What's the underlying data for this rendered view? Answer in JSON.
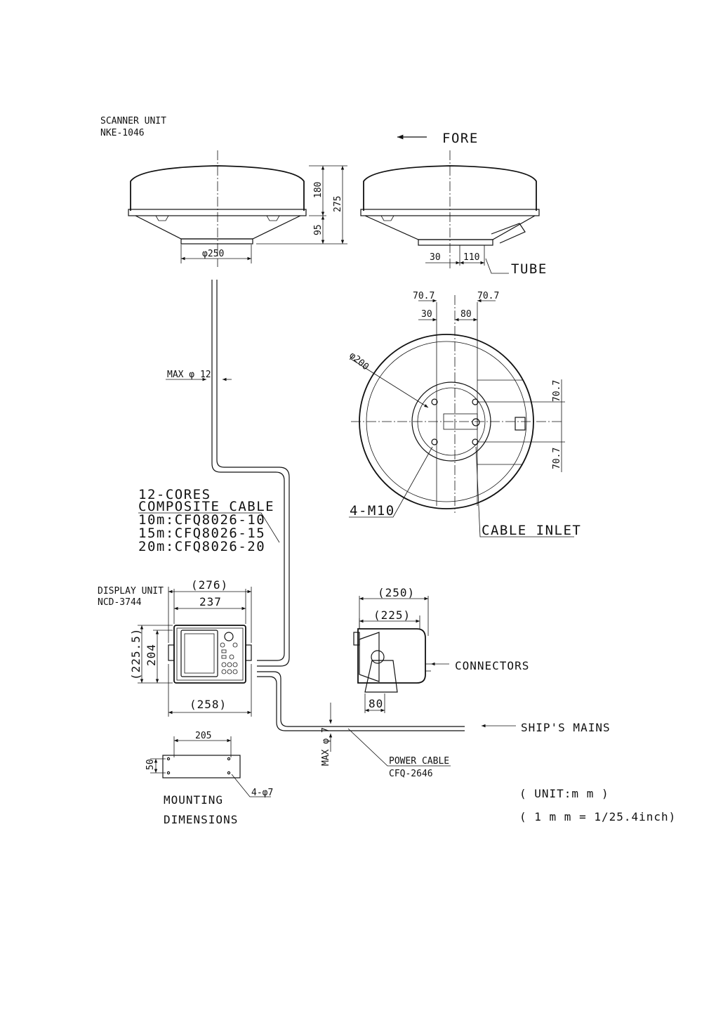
{
  "scanner": {
    "title": "SCANNER UNIT",
    "model": "NKE-1046",
    "fore": "FORE",
    "tube": "TUBE",
    "dim_180": "180",
    "dim_275": "275",
    "dim_95": "95",
    "dim_250": "φ250",
    "dim_30": "30",
    "dim_110": "110"
  },
  "bottom_view": {
    "dim_70_7_left": "70.7",
    "dim_70_7_right": "70.7",
    "dim_30": "30",
    "dim_80": "80",
    "dim_200": "φ200",
    "dim_70_7_upper": "70.7",
    "dim_70_7_lower": "70.7",
    "bolts": "4-M10",
    "cable_inlet": "CABLE INLET"
  },
  "cable": {
    "max_dia": "MAX φ 12",
    "line1": "12-CORES",
    "line2": "COMPOSITE CABLE",
    "line3": "10m:CFQ8026-10",
    "line4": "15m:CFQ8026-15",
    "line5": "20m:CFQ8026-20"
  },
  "display": {
    "title": "DISPLAY UNIT",
    "model": "NCD-3744",
    "dim_276": "(276)",
    "dim_237": "237",
    "dim_225_5": "(225.5)",
    "dim_204": "204",
    "dim_258": "(258)",
    "side_250": "(250)",
    "side_225": "(225)",
    "side_80": "80",
    "connectors": "CONNECTORS"
  },
  "mounting": {
    "dim_205": "205",
    "dim_50": "50",
    "holes": "4-φ7",
    "line1": "MOUNTING",
    "line2": "DIMENSIONS"
  },
  "power": {
    "mains": "SHIP'S MAINS",
    "max_dia": "MAX φ 7",
    "cable": "POWER CABLE",
    "model": "CFQ-2646"
  },
  "units": {
    "unit": "( UNIT:m m )",
    "conversion": "( 1 m m = 1/25.4inch)"
  }
}
